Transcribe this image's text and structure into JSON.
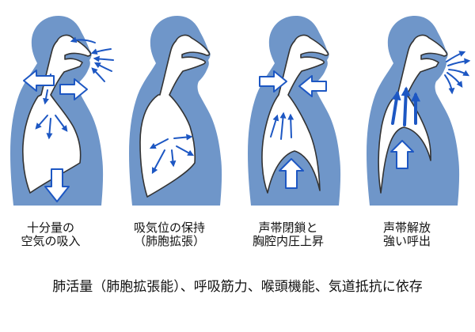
{
  "diagram": {
    "figures": [
      {
        "id": "air-inhalation",
        "caption": [
          "十分量の",
          "空気の吸入"
        ],
        "elements": [
          "air-inflow-arrows",
          "open-glottis-arrows",
          "airway-fill-arrows",
          "diaphragm-descent-arrow"
        ]
      },
      {
        "id": "hold-inspiration",
        "caption": [
          "吸気位の保持",
          "（肺胞拡張）"
        ],
        "elements": [
          "alveolar-expansion-arrows"
        ]
      },
      {
        "id": "glottal-closure",
        "caption": [
          "声帯閉鎖と",
          "胸腔内圧上昇"
        ],
        "elements": [
          "glottis-closure-arrows",
          "pressure-rise-arrows",
          "diaphragm-ascent-arrow"
        ]
      },
      {
        "id": "glottal-release",
        "caption": [
          "声帯解放",
          "強い呼出"
        ],
        "elements": [
          "strong-exhalation-arrows",
          "air-expulsion-arrows",
          "diaphragm-ascent-arrow"
        ]
      }
    ],
    "footer": "肺活量（肺胞拡張能）、呼吸筋力、喉頭機能、気道抵抗に依存",
    "colors": {
      "body": "#6f96c9",
      "arrow": "#1d57c3",
      "outline": "#333333",
      "background": "#ffffff"
    }
  }
}
